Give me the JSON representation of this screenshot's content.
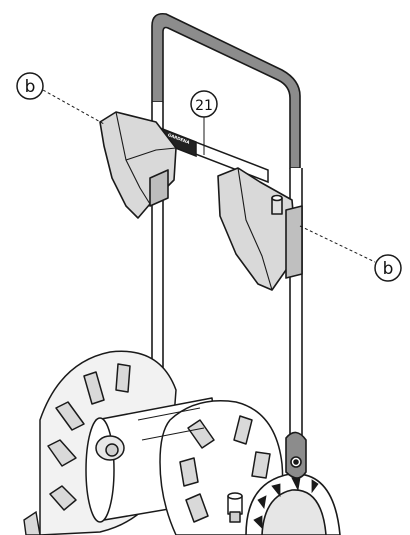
{
  "diagram": {
    "callouts": {
      "b_left": "b",
      "b_right": "b",
      "part_number": "21"
    },
    "brand_label": "GARDENA",
    "colors": {
      "line": "#1a1a1a",
      "handle_grip": "#8c8c8c",
      "bracket_fill": "#d9d9d9",
      "brand_band": "#222222",
      "tire": "#ffffff"
    }
  }
}
